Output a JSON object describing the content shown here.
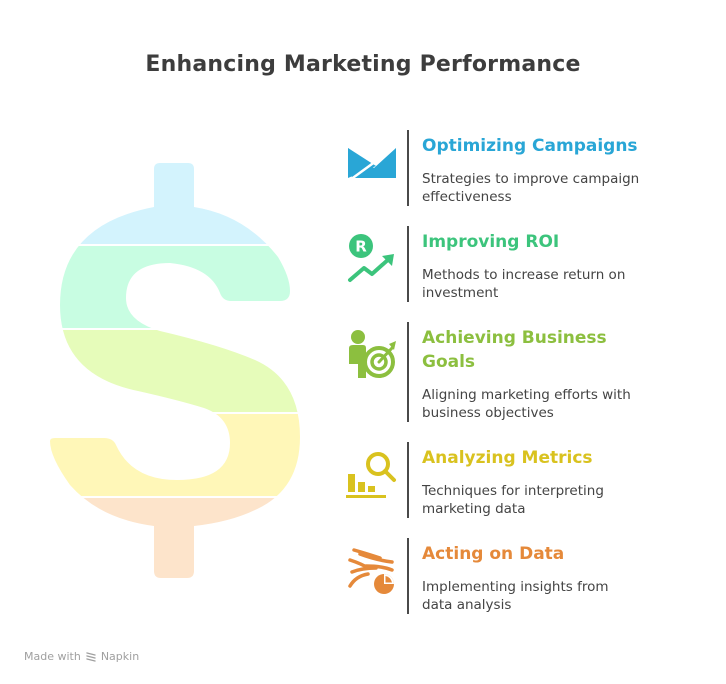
{
  "title": "Enhancing Marketing Performance",
  "items": [
    {
      "heading": "Optimizing Campaigns",
      "description_line1": "Strategies to improve campaign",
      "description_line2": "effectiveness",
      "color": "#29a6d6",
      "icon": "envelope-icon"
    },
    {
      "heading": "Improving ROI",
      "description_line1": "Methods to increase return on",
      "description_line2": "investment",
      "color": "#3cc47c",
      "icon": "roi-growth-icon"
    },
    {
      "heading_line1": "Achieving Business",
      "heading_line2": "Goals",
      "description_line1": "Aligning marketing efforts with",
      "description_line2": "business objectives",
      "color": "#8cbf3f",
      "icon": "person-target-icon"
    },
    {
      "heading": "Analyzing Metrics",
      "description_line1": "Techniques for interpreting",
      "description_line2": "marketing data",
      "color": "#d9c21f",
      "icon": "chart-magnifier-icon"
    },
    {
      "heading": "Acting on Data",
      "description_line1": "Implementing insights from",
      "description_line2": "data analysis",
      "color": "#e5893a",
      "icon": "data-flow-pie-icon"
    }
  ],
  "dollar_band_colors": [
    "#d3f3fd",
    "#c8fde2",
    "#e6fcba",
    "#fff7b8",
    "#fde4cb"
  ],
  "footer": {
    "made_with": "Made with",
    "brand": "Napkin"
  }
}
